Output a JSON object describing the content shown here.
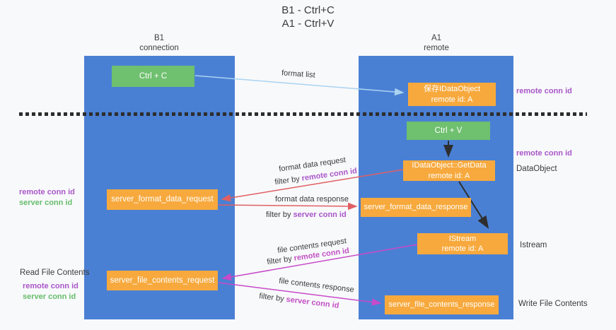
{
  "title": {
    "line1": "B1 - Ctrl+C",
    "line2": "A1 - Ctrl+V"
  },
  "columns": {
    "left": {
      "title": "B1",
      "subtitle": "connection"
    },
    "right": {
      "title": "A1",
      "subtitle": "remote"
    }
  },
  "boxes": {
    "ctrl_c": {
      "label": "Ctrl + C"
    },
    "save_dataobject": {
      "line1": "保存IDataObject",
      "line2": "remote id: A"
    },
    "ctrl_v": {
      "label": "Ctrl + V"
    },
    "getdata": {
      "line1": "IDataObject::GetData",
      "line2": "remote id: A"
    },
    "format_request": {
      "label": "server_format_data_request"
    },
    "format_response": {
      "label": "server_format_data_response"
    },
    "istream": {
      "line1": "IStream",
      "line2": "remote id: A"
    },
    "file_request": {
      "label": "server_file_contents_request"
    },
    "file_response": {
      "label": "server_file_contents_response"
    }
  },
  "edge_labels": {
    "format_list": "format list",
    "format_data_request": "format data request",
    "format_data_response": "format data response",
    "file_contents_request": "file contents request",
    "file_contents_response": "file contents response",
    "filter_by": "filter by "
  },
  "shared": {
    "remote_conn_id": "remote conn id",
    "server_conn_id": "server conn id"
  },
  "side_labels": {
    "dataobject": "DataObject",
    "istream": "Istream",
    "read_file_contents": "Read File Contents",
    "write_file_contents": "Write File Contents"
  },
  "colors": {
    "lane_blue": "#4a80d4",
    "box_orange": "#f7a93d",
    "box_green": "#6fc06f",
    "arrow_red": "#e05f63",
    "arrow_magenta": "#c84ac8",
    "arrow_light_blue": "#a9d3f1",
    "arrow_black": "#2e2e2e",
    "text_purple": "#a956c8",
    "text_green": "#67bd6b"
  }
}
